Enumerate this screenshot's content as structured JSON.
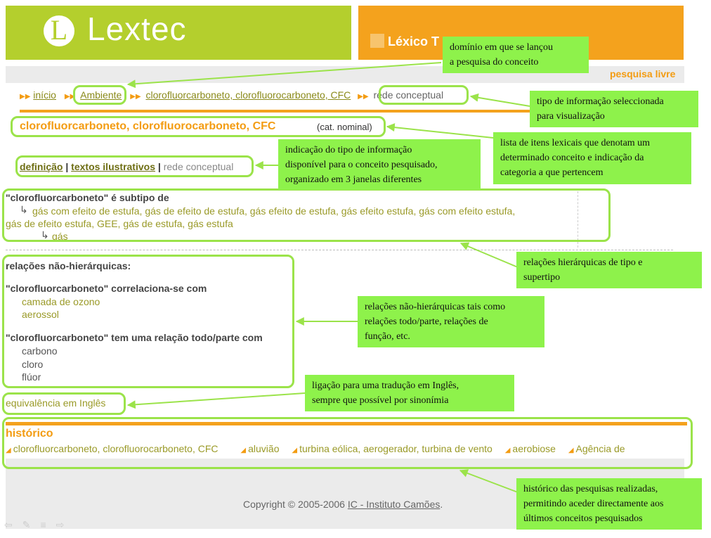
{
  "header": {
    "logo_text": "Lextec",
    "logo_letter": "L",
    "subtitle": "Léxico T"
  },
  "top_link": "pesquisa livre",
  "breadcrumb": {
    "home": "início",
    "domain": "Ambiente",
    "concept": "clorofluorcarboneto, clorofluorocarboneto, CFC",
    "current": "rede conceptual"
  },
  "concept": {
    "title": "clorofluorcarboneto, clorofluorocarboneto, CFC",
    "category": "(cat. nominal)"
  },
  "tabs": {
    "definition": "definição",
    "sep1": "|",
    "texts": "textos ilustrativos",
    "sep2": "|",
    "network": "rede conceptual"
  },
  "hierarchy": {
    "heading": "\"clorofluorcarboneto\" é subtipo de",
    "arrow": "↳",
    "line1": "gás com efeito de estufa, gás de efeito de estufa, gás efeito de estufa, gás efeito estufa, gás com efeito estufa,",
    "line2": "gás de efeito estufa, GEE, gás de estufa, gás estufa",
    "sub": "gás"
  },
  "non_hierarchical": {
    "heading": "relações não-hierárquicas:",
    "correl_heading": "\"clorofluorcarboneto\" correlaciona-se com",
    "correl_items": [
      "camada de ozono",
      "aerossol"
    ],
    "part_heading": "\"clorofluorcarboneto\" tem uma relação todo/parte com",
    "part_items": [
      "carbono",
      "cloro",
      "flúor"
    ]
  },
  "equivalence": "equivalência em Inglês",
  "history": {
    "title": "histórico",
    "items": [
      "clorofluorcarboneto, clorofluorocarboneto, CFC",
      "aluvião",
      "turbina eólica, aerogerador, turbina de vento",
      "aerobiose",
      "Agência de"
    ]
  },
  "footer": {
    "copyright_prefix": "Copyright © 2005-2006",
    "copyright_link": "IC - Instituto Camões",
    "copyright_suffix": "."
  },
  "annotations": {
    "domain": [
      "domínio em que se lançou",
      "a pesquisa do conceito"
    ],
    "info_type": [
      "tipo de informação seleccionada",
      "para visualização"
    ],
    "lexical_items": [
      "lista de itens lexicais que denotam um",
      "determinado conceito e indicação da",
      "categoria a que pertencem"
    ],
    "tabs": [
      "indicação do tipo de informação",
      "disponível para o conceito pesquisado,",
      "organizado em 3 janelas diferentes"
    ],
    "hierarchical": [
      "relações hierárquicas de tipo e",
      "supertipo"
    ],
    "non_hierarchical": [
      "relações não-hierárquicas tais como",
      "relações todo/parte, relações de",
      "função, etc."
    ],
    "translation": [
      "ligação para uma tradução em Inglês,",
      "sempre que possível por sinonímia"
    ],
    "history": [
      "histórico das pesquisas realizadas,",
      "permitindo aceder directamente aos",
      "últimos conceitos pesquisados"
    ]
  },
  "colors": {
    "lime": "#b4cf2d",
    "orange": "#f4a21d",
    "annotation_green": "#8ef24b",
    "frame_green": "#9be34a"
  }
}
